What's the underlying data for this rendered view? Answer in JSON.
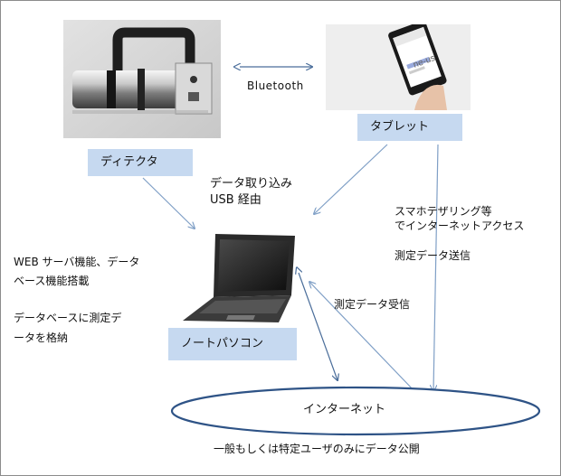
{
  "link_label": "Bluetooth",
  "labels": {
    "detector": "ディテクタ",
    "tablet": "タブレット",
    "notebook": "ノートパソコン",
    "internet": "インターネット"
  },
  "annotations": {
    "usb_line1": "データ取り込み",
    "usb_line2": "USB 経由",
    "tether_line1": "スマホテザリング等",
    "tether_line2": "でインターネットアクセス",
    "send": "測定データ送信",
    "receive": "測定データ受信",
    "web_line1": "WEB サーバ機能、データ",
    "web_line2": "ベース機能搭載",
    "db_line1": "データベースに測定デ",
    "db_line2": "ータを格納",
    "publish": "一般もしくは特定ユーザのみにデータ公開"
  },
  "tablet_screen_text": "ne-us",
  "colors": {
    "label_box": "#c6d9f0",
    "arrow": "#7f9fc6",
    "arrow_dark": "#4a6d9a",
    "ellipse": "#2e5386"
  }
}
